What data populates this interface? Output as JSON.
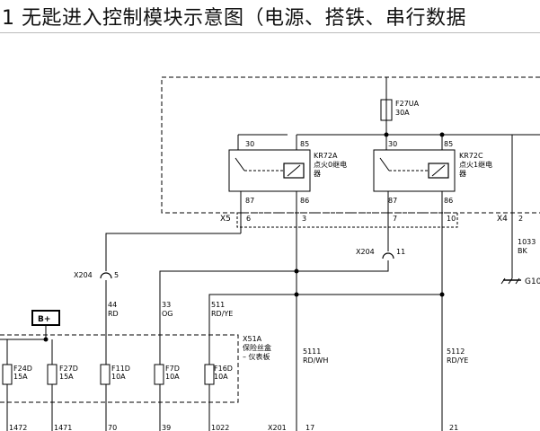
{
  "title": "1 无匙进入控制模块示意图（电源、搭铁、串行数据",
  "fuse_top": {
    "name": "F27UA",
    "rating": "30A"
  },
  "relays": [
    {
      "name": "KR72A",
      "desc1": "点火0继电",
      "desc2": "器",
      "pin_top_left": "30",
      "pin_top_right": "85",
      "pin_bot_left": "87",
      "pin_bot_right": "86"
    },
    {
      "name": "KR72C",
      "desc1": "点火1继电",
      "desc2": "器",
      "pin_top_left": "30",
      "pin_top_right": "85",
      "pin_bot_left": "87",
      "pin_bot_right": "86"
    }
  ],
  "connectors": {
    "x5": {
      "name": "X5",
      "pins": [
        "6",
        "3",
        "7",
        "10"
      ]
    },
    "x4": {
      "name": "X4",
      "pin": "2"
    },
    "x204_left": {
      "name": "X204",
      "pin": "5"
    },
    "x204_right": {
      "name": "X204",
      "pin": "11"
    },
    "x201": {
      "name": "X201",
      "pin": "17"
    }
  },
  "wires": [
    {
      "circuit": "44",
      "color": "RD"
    },
    {
      "circuit": "33",
      "color": "OG"
    },
    {
      "circuit": "511",
      "color": "RD/YE"
    },
    {
      "circuit": "5111",
      "color": "RD/WH"
    },
    {
      "circuit": "5112",
      "color": "RD/YE"
    },
    {
      "circuit": "1033",
      "color": "BK"
    }
  ],
  "ground": "G10",
  "battery": "B+",
  "fuse_block": {
    "name": "X51A",
    "line1": "保险丝盒",
    "line2": "– 仪表板"
  },
  "fuses": [
    {
      "name": "F24D",
      "rating": "15A"
    },
    {
      "name": "F27D",
      "rating": "15A"
    },
    {
      "name": "F11D",
      "rating": "10A"
    },
    {
      "name": "F7D",
      "rating": "10A"
    },
    {
      "name": "F16D",
      "rating": "10A"
    }
  ],
  "bottom_numbers": [
    "1472",
    "1471",
    "70",
    "39",
    "1022",
    "21"
  ]
}
